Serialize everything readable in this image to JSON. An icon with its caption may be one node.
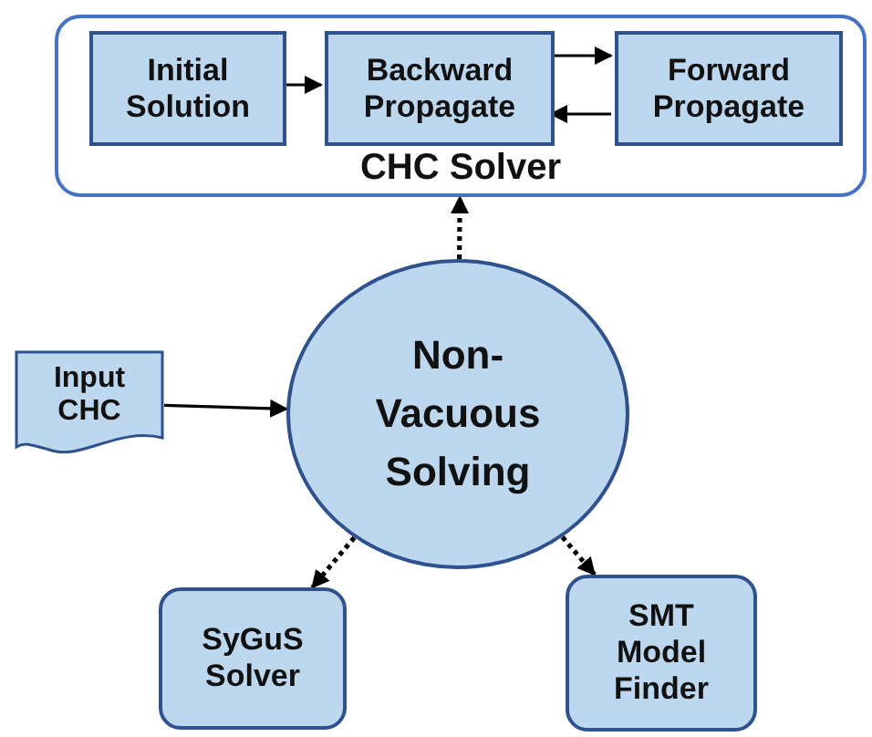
{
  "diagram": {
    "nodes": [
      {
        "text": [
          "CHC Solver"
        ]
      },
      {
        "text": [
          "Initial Solution"
        ],
        "in": 0
      },
      {
        "text": [
          "Backward Propagate"
        ],
        "in": 0
      },
      {
        "text": [
          "Forward Propagate"
        ],
        "in": 0
      },
      {
        "text": [
          "Input CHC"
        ]
      },
      {
        "text": [
          "Non-Vacuous Solving"
        ]
      },
      {
        "text": [
          "SyGuS Solver"
        ]
      },
      {
        "text": [
          "SMT Model Finder"
        ]
      }
    ],
    "edges": [
      {
        "from": 1,
        "to": 2,
        "arrow": "to"
      },
      {
        "from": 2,
        "to": 3,
        "arrow": "to"
      },
      {
        "from": 3,
        "to": 2,
        "arrow": "to"
      },
      {
        "from": 5,
        "to": 0,
        "arrow": "to",
        "style": "dashed"
      },
      {
        "from": 4,
        "to": 5,
        "arrow": "to"
      },
      {
        "from": 5,
        "to": 6,
        "arrow": "to",
        "style": "dashed"
      },
      {
        "from": 5,
        "to": 7,
        "arrow": "to",
        "style": "dashed"
      }
    ]
  }
}
